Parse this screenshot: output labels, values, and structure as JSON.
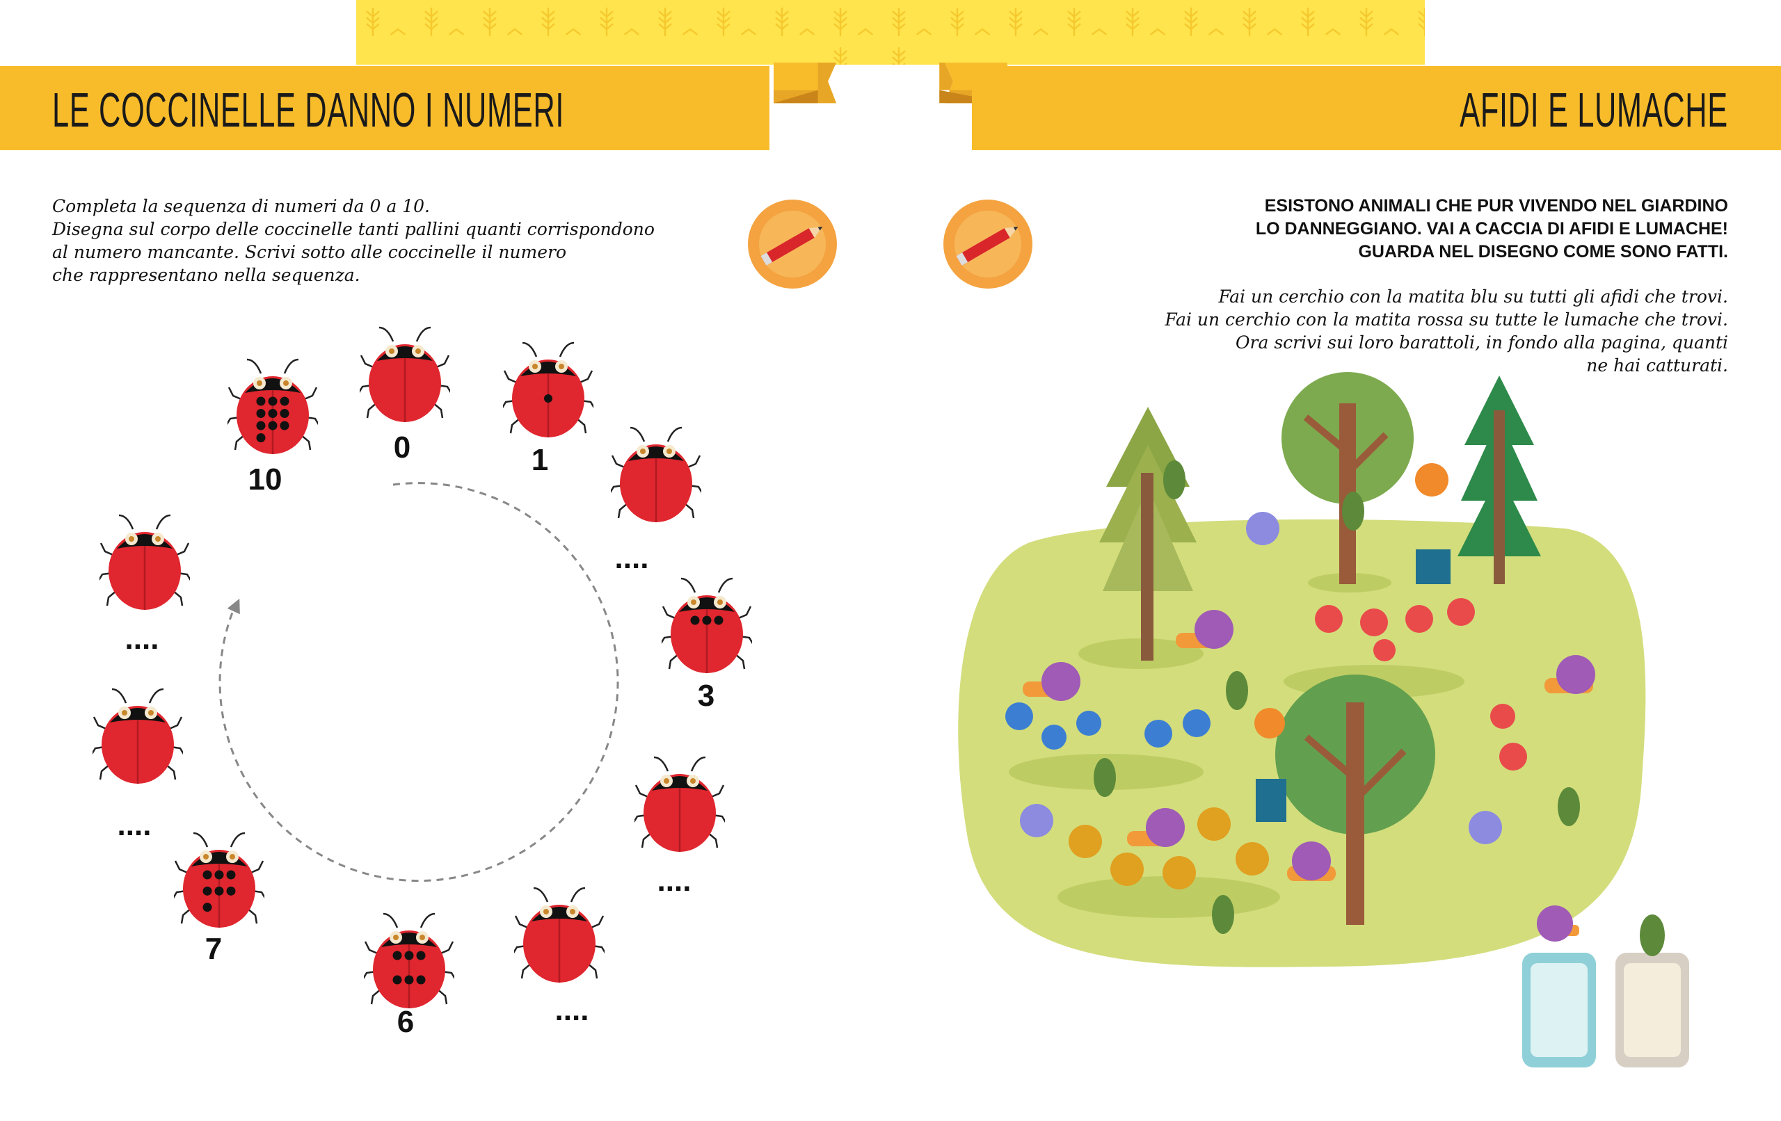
{
  "left_page": {
    "title": "LE COCCINELLE DANNO I NUMERI",
    "instructions": [
      "Completa la sequenza di numeri da 0 a 10.",
      "Disegna sul corpo delle coccinelle tanti pallini quanti corrispondono",
      "al numero mancante. Scrivi sotto alle coccinelle il numero",
      "che rappresentano nella sequenza."
    ],
    "activity_icon": "pencil-icon",
    "ladybugs": [
      {
        "label": "10",
        "dots": 10
      },
      {
        "label": "0",
        "dots": 0
      },
      {
        "label": "1",
        "dots": 1
      },
      {
        "label": "....",
        "dots": 0
      },
      {
        "label": "3",
        "dots": 3
      },
      {
        "label": "....",
        "dots": 0
      },
      {
        "label": "....",
        "dots": 0
      },
      {
        "label": "6",
        "dots": 6
      },
      {
        "label": "7",
        "dots": 7
      },
      {
        "label": "....",
        "dots": 0
      },
      {
        "label": "....",
        "dots": 0
      }
    ]
  },
  "right_page": {
    "title": "AFIDI E LUMACHE",
    "intro_bold": [
      "ESISTONO ANIMALI CHE PUR VIVENDO NEL GIARDINO",
      "LO DANNEGGIANO. VAI A CACCIA DI AFIDI E LUMACHE!",
      "GUARDA NEL DISEGNO COME SONO FATTI."
    ],
    "instructions": [
      "Fai un cerchio con la matita blu su tutti gli afidi che trovi.",
      "Fai un cerchio con la matita rossa su tutte le lumache che trovi.",
      "Ora scrivi sui loro barattoli, in fondo alla pagina, quanti",
      "ne hai catturati."
    ],
    "activity_icon": "pencil-icon"
  },
  "colors": {
    "band": "#FFE44D",
    "banner": "#F8BC2B",
    "ribbon_fold": "#E09A1E",
    "ladybug": "#E0262E",
    "garden": "#D3DD7C"
  }
}
